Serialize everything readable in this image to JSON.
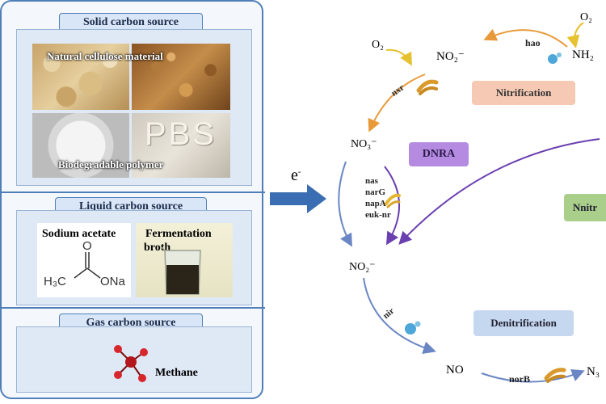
{
  "left": {
    "solid_title": "Solid carbon source",
    "solid_img1_label": "Natural cellulose material",
    "solid_img2_label": "Biodegradable polymer",
    "pbs_text": "PBS",
    "liquid_title": "Liquid carbon source",
    "sodium_acetate": "Sodium acetate",
    "fermentation": "Fermentation",
    "broth": "broth",
    "formula_o": "O",
    "formula_h3c": "H₃C",
    "formula_ona": "ONa",
    "gas_title": "Gas carbon source",
    "methane": "Methane"
  },
  "arrow_label": "e",
  "arrow_label_sup": "-",
  "right": {
    "o2_top_left": "O₂",
    "no2_top": "NO₂⁻",
    "hao": "hao",
    "o2_top_right": "O₂",
    "nh_right": "NH₂",
    "nxr": "nxr",
    "nitrification": "Nitrification",
    "no3": "NO₃⁻",
    "dnra": "DNRA",
    "nas": "nas",
    "narg": "narG",
    "napa": "napA",
    "euk_nr": "euk-nr",
    "nnitr_partial": "Nnitr",
    "no2_mid": "NO₂⁻",
    "nir": "nir",
    "denitrification": "Denitrification",
    "no": "NO",
    "norb": "norB",
    "n2_partial": "N₃"
  },
  "colors": {
    "panel_border": "#4f7fb8",
    "title_bg": "#d9e6f7",
    "big_arrow": "#3b6db3",
    "dnra_bg": "#b48be0",
    "nitrification_bg": "#f6c9b4",
    "denitrification_bg": "#c6d8f0",
    "nnitr_bg": "#a9cf8a",
    "orange_arrow": "#e89a3a",
    "purple_arrow": "#6a3fb0",
    "blue_arrow": "#6a86c4",
    "yellow_arrow": "#e6c230"
  },
  "icons": [
    "bacteria-rod-icon",
    "bacteria-coccus-icon",
    "methane-molecule-icon",
    "beaker-icon"
  ]
}
